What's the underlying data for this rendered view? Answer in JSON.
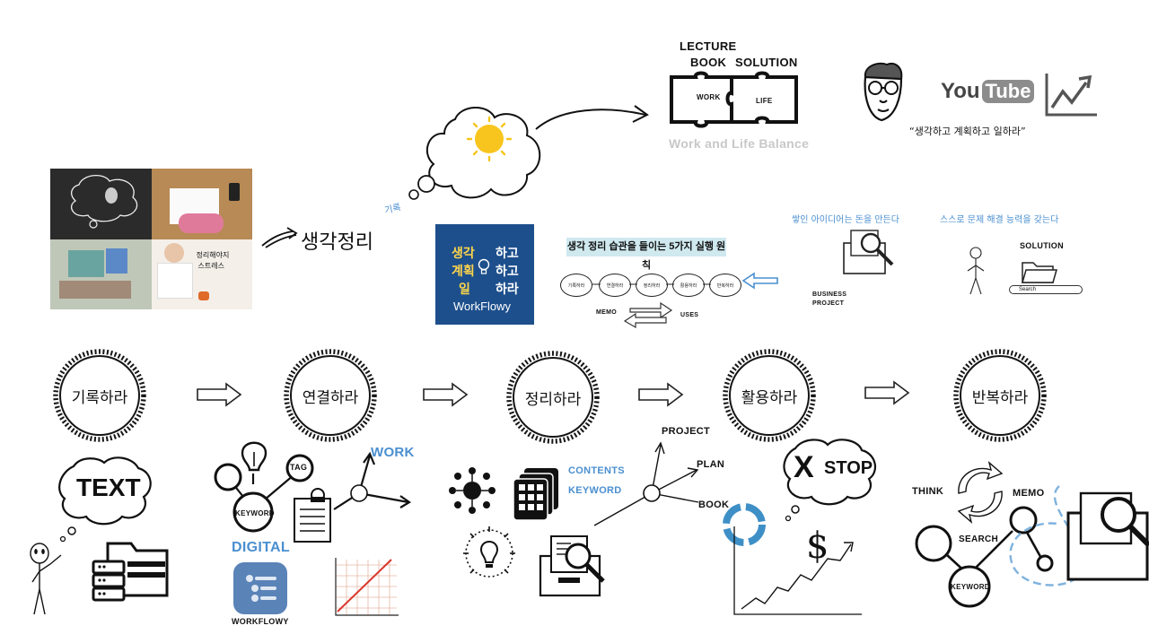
{
  "top_right": {
    "lecture": "LECTURE",
    "book": "BOOK",
    "solution": "SOLUTION",
    "work_piece": "WORK",
    "life_piece": "LIFE",
    "balance": "Work and Life Balance",
    "youtube_you": "You",
    "youtube_tube": "Tube",
    "quote": "“생각하고 계획하고 일하라”"
  },
  "left": {
    "photo_caption_1": "정리해야지",
    "photo_caption_2": "스트레스",
    "thought_label": "생각정리",
    "record_label": "기록"
  },
  "book": {
    "line1_left": "생각",
    "line1_right": "하고",
    "line2_left": "계획",
    "line2_right": "하고",
    "line3_left": "일",
    "line3_right": "하라",
    "brand": "WorkFlowy"
  },
  "principles": {
    "banner": "생각 정리 습관을 들이는 5가지 실행 원칙",
    "steps": [
      "기록하라",
      "연결하라",
      "정리하라",
      "활용하라",
      "반복하라"
    ],
    "memo": "MEMO",
    "uses": "USES"
  },
  "right_mid": {
    "idea_caption": "쌓인 아이디어는 돈을 만든다",
    "business": "BUSINESS",
    "project": "PROJECT",
    "solve_caption": "스스로 문제 해결 능력을 갖는다",
    "solution": "SOLUTION",
    "search_placeholder": "Search"
  },
  "steps": [
    {
      "label": "기록하라"
    },
    {
      "label": "연결하라"
    },
    {
      "label": "정리하라"
    },
    {
      "label": "활용하라"
    },
    {
      "label": "반복하라"
    }
  ],
  "bottom": {
    "text_bubble": "TEXT",
    "tag": "TAG",
    "keyword": "KEYWORD",
    "work": "WORK",
    "digital": "DIGITAL",
    "workflowy": "WORKFLOWY",
    "contents": "CONTENTS",
    "keyword2": "KEYWORD",
    "project": "PROJECT",
    "plan": "PLAN",
    "book": "BOOK",
    "stop_x": "X",
    "stop": "STOP",
    "dollar": "$",
    "think": "THINK",
    "memo": "MEMO",
    "search": "SEARCH",
    "keyword3": "KEYWORD"
  },
  "colors": {
    "book_blue": "#1d4f8c",
    "accent_blue": "#4a8fd0",
    "banner": "#cfe9ef",
    "sun": "#f7c51e",
    "chart_red": "#d9352b"
  }
}
